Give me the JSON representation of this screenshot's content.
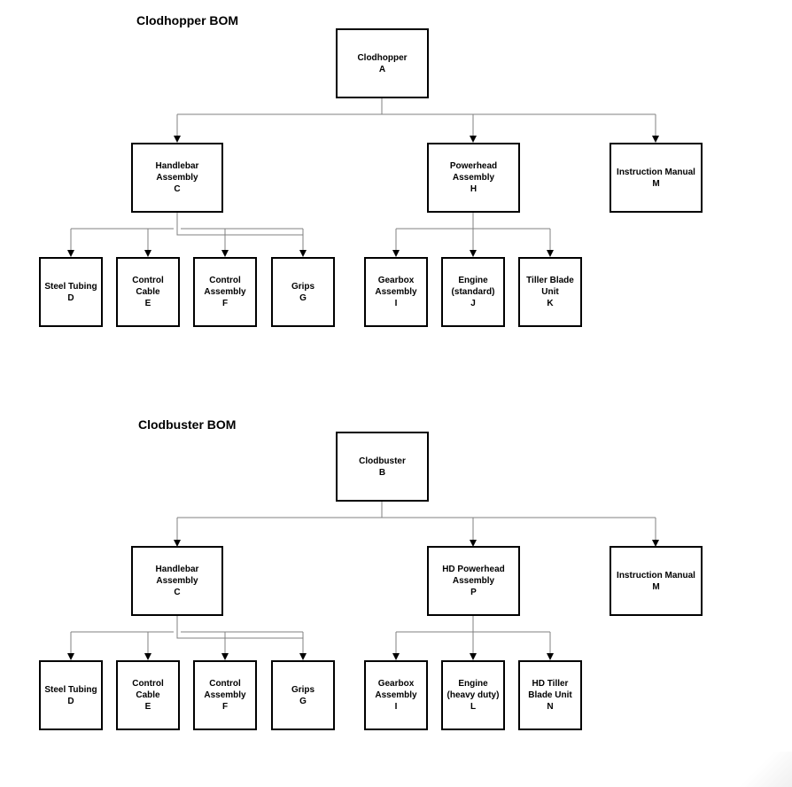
{
  "bom1": {
    "title": "Clodhopper BOM",
    "root": "Clodhopper\nA",
    "l1": [
      "Handlebar Assembly\nC",
      "Powerhead Assembly\nH",
      "Instruction Manual\nM"
    ],
    "handlebar_children": [
      "Steel Tubing\nD",
      "Control Cable\nE",
      "Control\nAssembly\nF",
      "Grips\nG"
    ],
    "powerhead_children": [
      "Gearbox\nAssembly\nI",
      "Engine\n(standard)\nJ",
      "Tiller Blade\nUnit\nK"
    ]
  },
  "bom2": {
    "title": "Clodbuster BOM",
    "root": "Clodbuster\nB",
    "l1": [
      "Handlebar Assembly\nC",
      "HD Powerhead\nAssembly\nP",
      "Instruction Manual\nM"
    ],
    "handlebar_children": [
      "Steel Tubing\nD",
      "Control Cable\nE",
      "Control\nAssembly\nF",
      "Grips\nG"
    ],
    "powerhead_children": [
      "Gearbox\nAssembly\nI",
      "Engine\n(heavy duty)\nL",
      "HD Tiller\nBlade Unit\nN"
    ]
  }
}
